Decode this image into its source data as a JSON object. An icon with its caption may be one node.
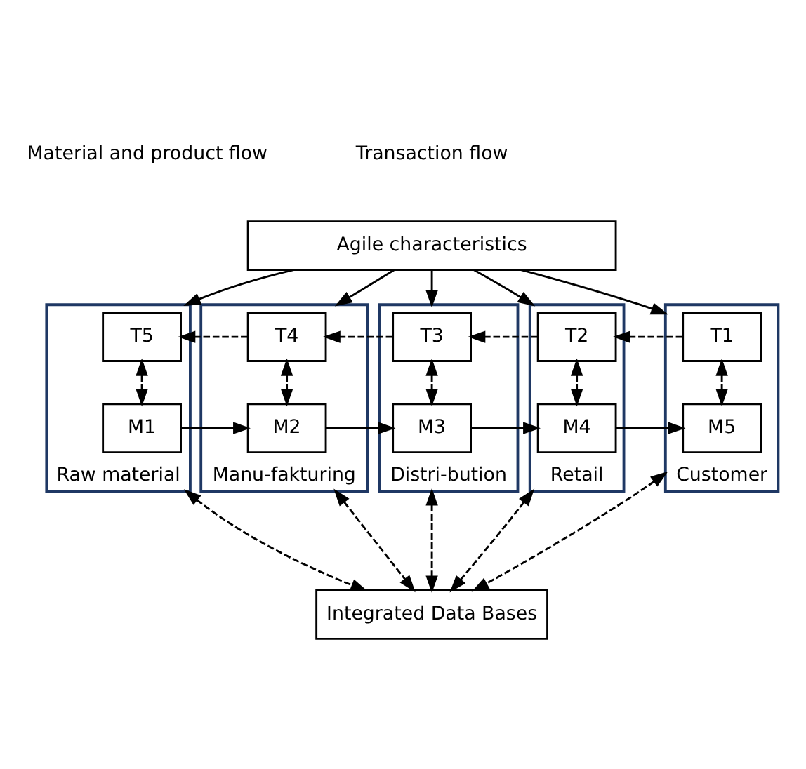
{
  "diagram": {
    "nodes": [
      {
        "text": [
          "Agile characteristics"
        ]
      },
      {
        "text": [],
        "shape": "box",
        "beside": [
          "Raw material"
        ]
      },
      {
        "text": [
          "T5"
        ],
        "in": 1
      },
      {
        "text": [
          "M1"
        ],
        "in": 1
      },
      {
        "text": [],
        "shape": "box",
        "beside": [
          "Manu-fakturing"
        ]
      },
      {
        "text": [
          "T4"
        ],
        "in": 4
      },
      {
        "text": [
          "M2"
        ],
        "in": 4
      },
      {
        "text": [],
        "shape": "box",
        "beside": [
          "Distri-bution"
        ]
      },
      {
        "text": [
          "T3"
        ],
        "in": 7
      },
      {
        "text": [
          "M3"
        ],
        "in": 7
      },
      {
        "text": [],
        "shape": "box",
        "beside": [
          "Retail"
        ]
      },
      {
        "text": [
          "T2"
        ],
        "in": 10
      },
      {
        "text": [
          "M4"
        ],
        "in": 10
      },
      {
        "text": [],
        "shape": "box",
        "beside": [
          "Customer"
        ]
      },
      {
        "text": [
          "T1"
        ],
        "in": 13
      },
      {
        "text": [
          "M5"
        ],
        "in": 13
      },
      {
        "text": [
          "Integrated Data Bases"
        ]
      }
    ],
    "edges": [
      {
        "from": 0,
        "to": 1,
        "arrow": "to"
      },
      {
        "from": 0,
        "to": 4,
        "arrow": "to"
      },
      {
        "from": 0,
        "to": 7,
        "arrow": "to"
      },
      {
        "from": 0,
        "to": 10,
        "arrow": "to"
      },
      {
        "from": 0,
        "to": 13,
        "arrow": "to"
      },
      {
        "from": 14,
        "to": 11,
        "arrow": "to",
        "style": "dashed"
      },
      {
        "from": 11,
        "to": 8,
        "arrow": "to",
        "style": "dashed"
      },
      {
        "from": 8,
        "to": 5,
        "arrow": "to",
        "style": "dashed"
      },
      {
        "from": 5,
        "to": 2,
        "arrow": "to",
        "style": "dashed"
      },
      {
        "from": 2,
        "to": 3,
        "arrow": "both",
        "style": "dashed"
      },
      {
        "from": 5,
        "to": 6,
        "arrow": "both",
        "style": "dashed"
      },
      {
        "from": 8,
        "to": 9,
        "arrow": "both",
        "style": "dashed"
      },
      {
        "from": 11,
        "to": 12,
        "arrow": "both",
        "style": "dashed"
      },
      {
        "from": 14,
        "to": 15,
        "arrow": "both",
        "style": "dashed"
      },
      {
        "from": 3,
        "to": 6,
        "arrow": "to"
      },
      {
        "from": 6,
        "to": 9,
        "arrow": "to"
      },
      {
        "from": 9,
        "to": 12,
        "arrow": "to"
      },
      {
        "from": 12,
        "to": 15,
        "arrow": "to"
      },
      {
        "from": 1,
        "to": 16,
        "arrow": "both",
        "style": "dashed"
      },
      {
        "from": 4,
        "to": 16,
        "arrow": "both",
        "style": "dashed"
      },
      {
        "from": 7,
        "to": 16,
        "arrow": "both",
        "style": "dashed"
      },
      {
        "from": 10,
        "to": 16,
        "arrow": "both",
        "style": "dashed"
      },
      {
        "from": 13,
        "to": 16,
        "arrow": "both",
        "style": "dashed"
      }
    ],
    "legend": [
      {
        "text": "Material and product flow"
      },
      {
        "text": "Transaction flow"
      }
    ]
  }
}
